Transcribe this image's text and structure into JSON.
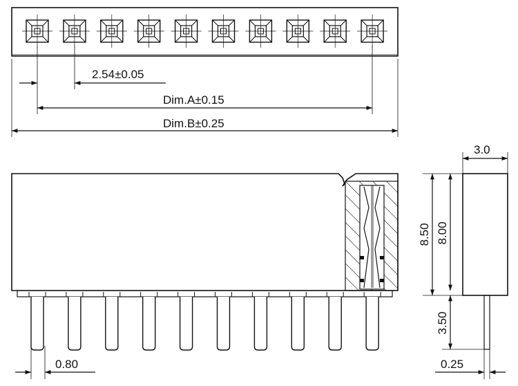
{
  "dimensions": {
    "pitch": "2.54±0.05",
    "dim_a": "Dim.A±0.15",
    "dim_b": "Dim.B±0.25",
    "pin_width": "0.80",
    "side_width": "3.0",
    "total_height": "8.50",
    "body_height": "8.00",
    "pin_length": "3.50",
    "pin_thickness": "0.25"
  },
  "drawing": {
    "pin_count": 10
  }
}
